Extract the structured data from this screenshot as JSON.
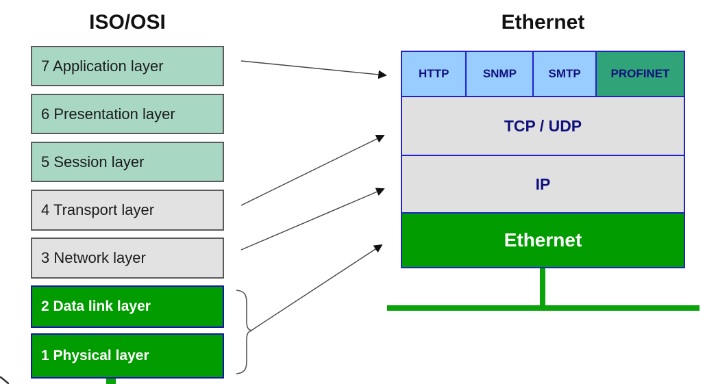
{
  "left_panel": {
    "title": "ISO/OSI",
    "layers": [
      {
        "label": "7 Application layer",
        "style": "mint"
      },
      {
        "label": "6 Presentation layer",
        "style": "mint"
      },
      {
        "label": "5 Session layer",
        "style": "mint"
      },
      {
        "label": "4 Transport layer",
        "style": "gray"
      },
      {
        "label": "3 Network layer",
        "style": "gray"
      },
      {
        "label": "2 Data link layer",
        "style": "green"
      },
      {
        "label": "1 Physical layer",
        "style": "green"
      }
    ]
  },
  "right_panel": {
    "title": "Ethernet",
    "app_protocols": [
      {
        "label": "HTTP",
        "style": "light-blue"
      },
      {
        "label": "SNMP",
        "style": "light-blue"
      },
      {
        "label": "SMTP",
        "style": "light-blue"
      },
      {
        "label": "PROFINET",
        "style": "sea-green"
      }
    ],
    "transport_row": "TCP / UDP",
    "network_row": "IP",
    "link_row": "Ethernet"
  },
  "connections": [
    {
      "from": "7 Application layer",
      "to": "application protocol row"
    },
    {
      "from": "4 Transport layer",
      "to": "TCP / UDP"
    },
    {
      "from": "3 Network layer",
      "to": "IP"
    },
    {
      "from": "2 Data link layer + 1 Physical layer (brace)",
      "to": "Ethernet"
    }
  ],
  "colors": {
    "mint_box": "#a8d8c4",
    "gray_box": "#e2e2e2",
    "green_box": "#009c00",
    "green_box_border": "#1414b4",
    "stack_border": "#2020cc",
    "light_blue_cell": "#99ccff",
    "profinet_cell": "#30a379",
    "navy_text": "#10107d",
    "bus_green": "#0aa30a"
  }
}
